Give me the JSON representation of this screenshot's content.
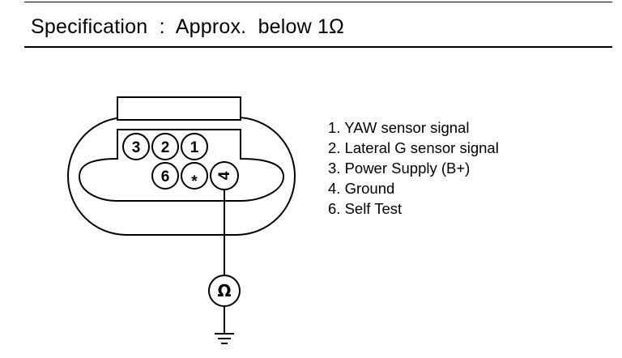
{
  "specification": {
    "label": "Specification",
    "separator": ":",
    "value": "Approx.  below 1Ω"
  },
  "connector": {
    "pins": [
      {
        "id": "pin-3",
        "label": "3"
      },
      {
        "id": "pin-2",
        "label": "2"
      },
      {
        "id": "pin-1",
        "label": "1"
      },
      {
        "id": "pin-6",
        "label": "6"
      },
      {
        "id": "pin-star",
        "label": "*"
      },
      {
        "id": "pin-4",
        "label": "4"
      }
    ]
  },
  "meter": {
    "symbol": "Ω"
  },
  "legend": {
    "items": [
      "1. YAW sensor signal",
      "2. Lateral G sensor signal",
      "3. Power Supply (B+)",
      "4. Ground",
      "6. Self Test"
    ]
  }
}
